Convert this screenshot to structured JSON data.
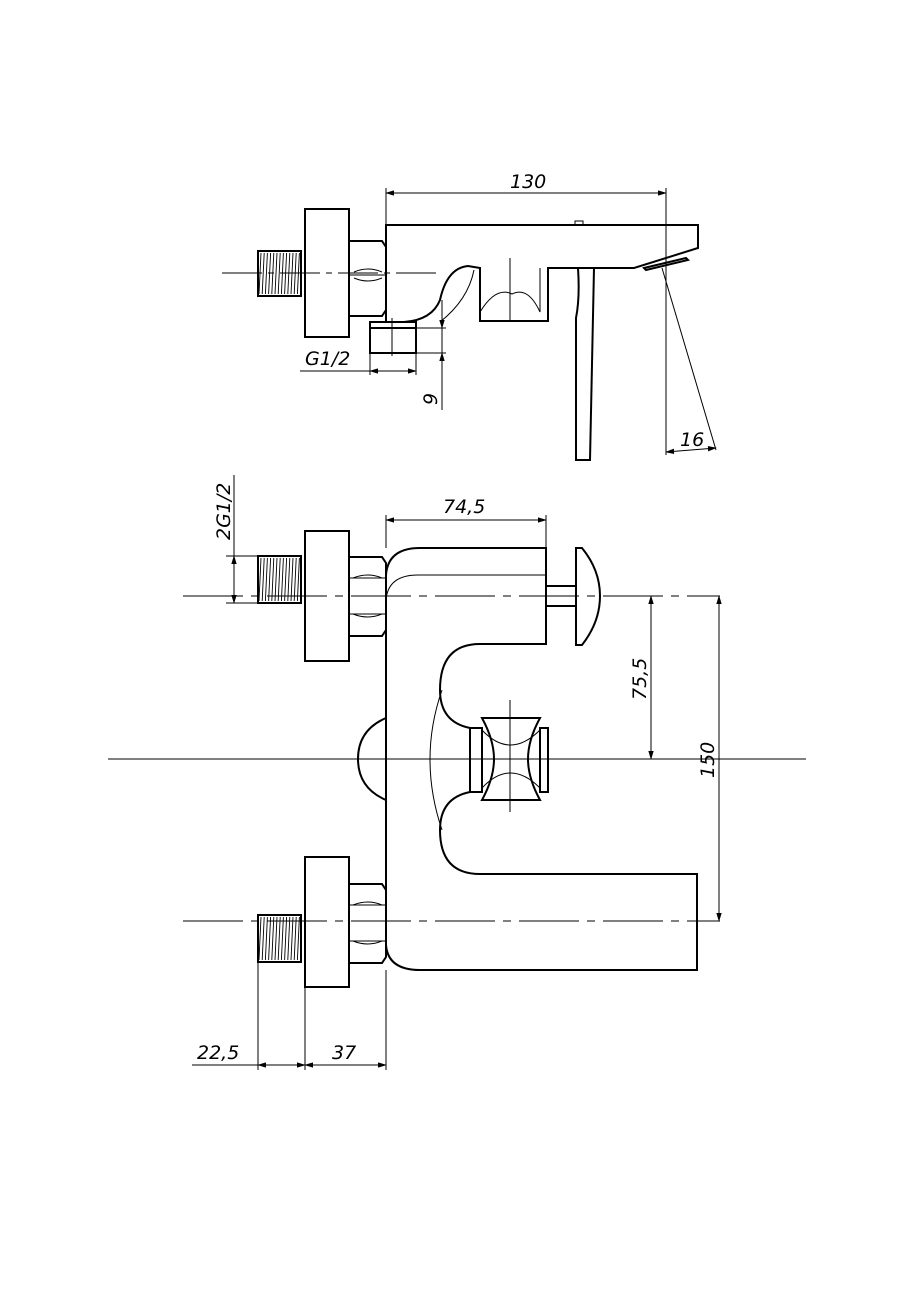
{
  "drawing": {
    "top_view": {
      "dim_length": "130",
      "dim_thread": "G1/2",
      "dim_offset": "9",
      "dim_angle_offset": "16"
    },
    "front_view": {
      "dim_spout_width": "74,5",
      "dim_inlet_thread": "2G1/2",
      "dim_handle_height": "75,5",
      "dim_centers": "150",
      "dim_connector_length": "22,5",
      "dim_body_offset": "37"
    }
  }
}
